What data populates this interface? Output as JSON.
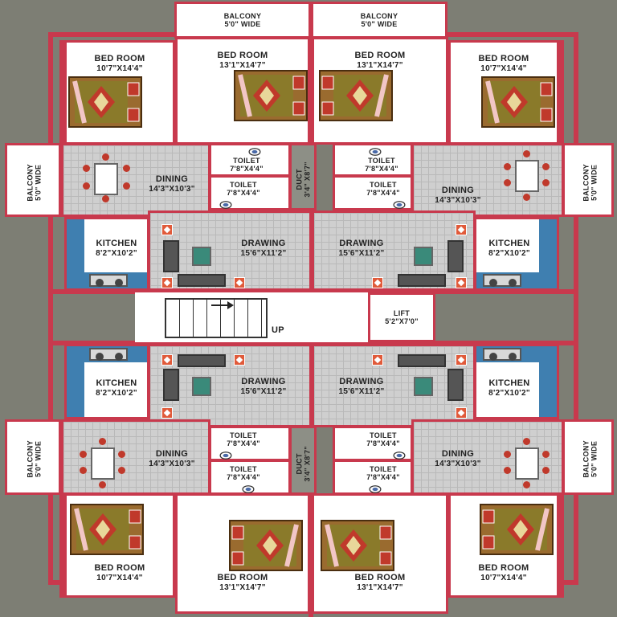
{
  "colors": {
    "wall": "#c8394d",
    "floor_tile": "#cfcfcf",
    "background": "#7d7e74",
    "kitchen_accent": "#3f7fb0"
  },
  "rooms": {
    "balcony_top_left": {
      "name": "BALCONY",
      "dim": "5'0\" WIDE"
    },
    "balcony_top_right": {
      "name": "BALCONY",
      "dim": "5'0\" WIDE"
    },
    "bed_tl_outer": {
      "name": "BED ROOM",
      "dim": "10'7\"X14'4\""
    },
    "bed_tl_inner": {
      "name": "BED ROOM",
      "dim": "13'1\"X14'7\""
    },
    "bed_tr_inner": {
      "name": "BED ROOM",
      "dim": "13'1\"X14'7\""
    },
    "bed_tr_outer": {
      "name": "BED ROOM",
      "dim": "10'7\"X14'4\""
    },
    "balcony_side_ul": {
      "name": "BALCONY",
      "dim": "5'0\" WIDE"
    },
    "balcony_side_ur": {
      "name": "BALCONY",
      "dim": "5'0\" WIDE"
    },
    "dining_ul": {
      "name": "DINING",
      "dim": "14'3\"X10'3\""
    },
    "dining_ur": {
      "name": "DINING",
      "dim": "14'3\"X10'3\""
    },
    "toilet_ul_1": {
      "name": "TOILET",
      "dim": "7'8\"X4'4\""
    },
    "toilet_ul_2": {
      "name": "TOILET",
      "dim": "7'8\"X4'4\""
    },
    "toilet_ur_1": {
      "name": "TOILET",
      "dim": "7'8\"X4'4\""
    },
    "toilet_ur_2": {
      "name": "TOILET",
      "dim": "7'8\"X4'4\""
    },
    "duct_upper": {
      "name": "DUCT",
      "dim": "3'4\" X8'7\""
    },
    "kitchen_ul": {
      "name": "KITCHEN",
      "dim": "8'2\"X10'2\""
    },
    "kitchen_ur": {
      "name": "KITCHEN",
      "dim": "8'2\"X10'2\""
    },
    "drawing_ul": {
      "name": "DRAWING",
      "dim": "15'6\"X11'2\""
    },
    "drawing_ur": {
      "name": "DRAWING",
      "dim": "15'6\"X11'2\""
    },
    "stairs": {
      "name": "UP"
    },
    "lift": {
      "name": "LIFT",
      "dim": "5'2\"X7'0\""
    },
    "kitchen_ll": {
      "name": "KITCHEN",
      "dim": "8'2\"X10'2\""
    },
    "kitchen_lr": {
      "name": "KITCHEN",
      "dim": "8'2\"X10'2\""
    },
    "drawing_ll": {
      "name": "DRAWING",
      "dim": "15'6\"X11'2\""
    },
    "drawing_lr": {
      "name": "DRAWING",
      "dim": "15'6\"X11'2\""
    },
    "balcony_side_ll": {
      "name": "BALCONY",
      "dim": "5'0\" WIDE"
    },
    "balcony_side_lr": {
      "name": "BALCONY",
      "dim": "5'0\" WIDE"
    },
    "dining_ll": {
      "name": "DINING",
      "dim": "14'3\"X10'3\""
    },
    "dining_lr": {
      "name": "DINING",
      "dim": "14'3\"X10'3\""
    },
    "toilet_ll_1": {
      "name": "TOILET",
      "dim": "7'8\"X4'4\""
    },
    "toilet_ll_2": {
      "name": "TOILET",
      "dim": "7'8\"X4'4\""
    },
    "toilet_lr_1": {
      "name": "TOILET",
      "dim": "7'8\"X4'4\""
    },
    "toilet_lr_2": {
      "name": "TOILET",
      "dim": "7'8\"X4'4\""
    },
    "duct_lower": {
      "name": "DUCT",
      "dim": "3'4\" X8'7\""
    },
    "bed_bl_outer": {
      "name": "BED ROOM",
      "dim": "10'7\"X14'4\""
    },
    "bed_bl_inner": {
      "name": "BED ROOM",
      "dim": "13'1\"X14'7\""
    },
    "bed_br_inner": {
      "name": "BED ROOM",
      "dim": "13'1\"X14'7\""
    },
    "bed_br_outer": {
      "name": "BED ROOM",
      "dim": "10'7\"X14'4\""
    }
  }
}
